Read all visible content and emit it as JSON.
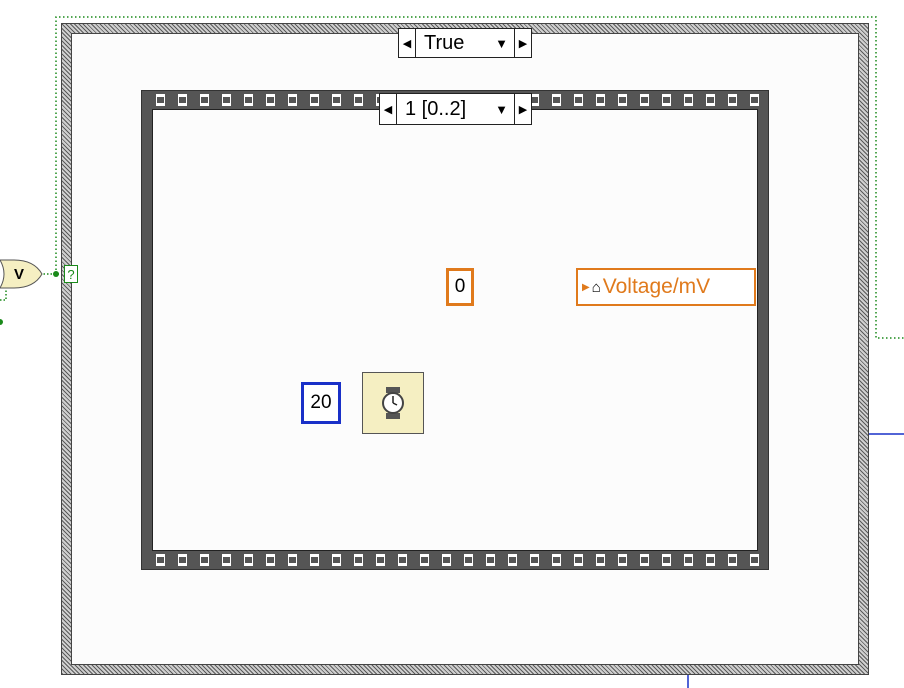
{
  "case_structure": {
    "selector_value": "True",
    "selector_terminal": "?"
  },
  "sequence_structure": {
    "frame_selector": "1 [0..2]"
  },
  "nodes": {
    "numeric_constant_value": "0",
    "local_variable_label": "Voltage/mV",
    "wait_constant_value": "20",
    "or_function_label": "V",
    "wait_icon": "stopwatch-icon"
  },
  "colors": {
    "numeric_wire": "#e07a1c",
    "integer_wire": "#1930c8",
    "boolean_wire": "#1a8a1a",
    "structure_border": "#9a9a9a",
    "wait_node_bg": "#f5efc2"
  }
}
